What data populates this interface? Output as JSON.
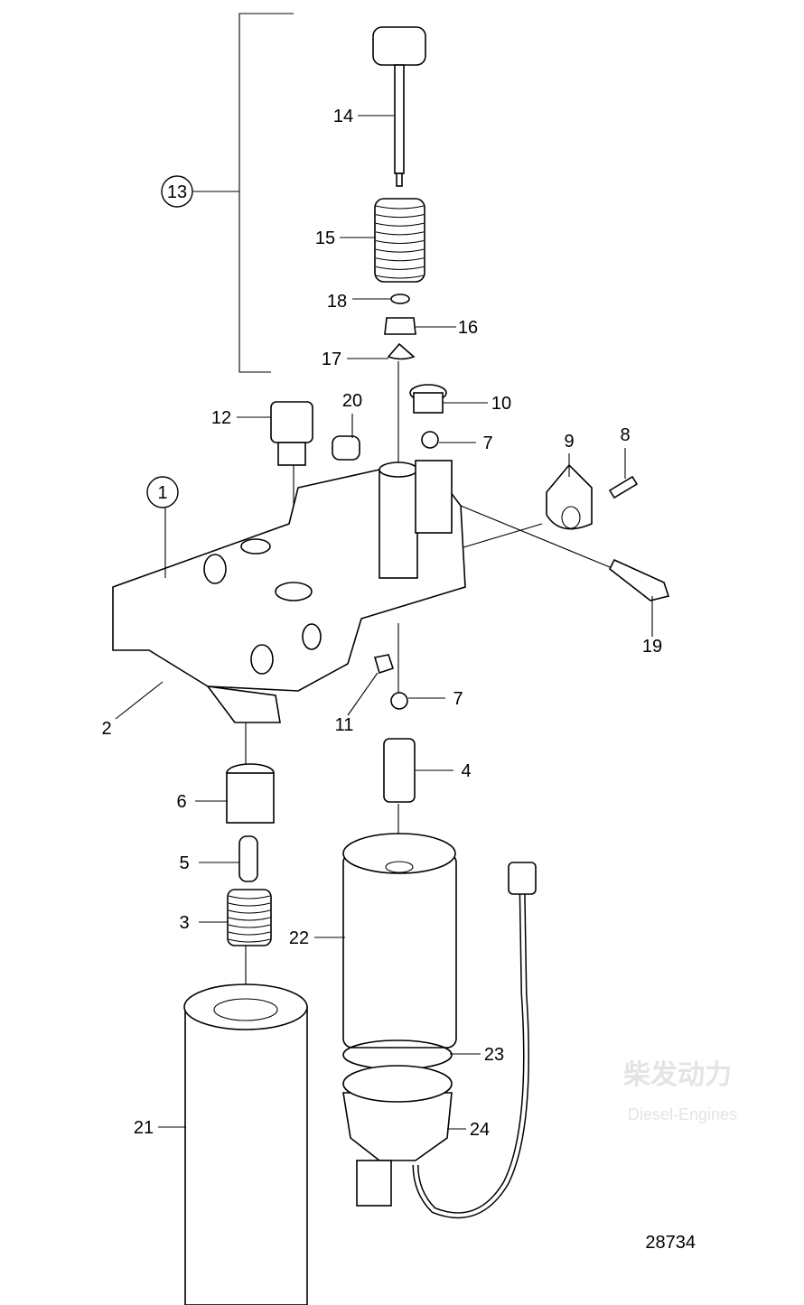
{
  "watermark": {
    "cn": "柴发动力",
    "en": "Diesel-Engines"
  },
  "figure_number": "28734",
  "group_callouts": [
    {
      "label": "13"
    },
    {
      "label": "1"
    }
  ],
  "callouts": [
    {
      "label": "14"
    },
    {
      "label": "15"
    },
    {
      "label": "18"
    },
    {
      "label": "16"
    },
    {
      "label": "17"
    },
    {
      "label": "12"
    },
    {
      "label": "20"
    },
    {
      "label": "10"
    },
    {
      "label": "7"
    },
    {
      "label": "9"
    },
    {
      "label": "8"
    },
    {
      "label": "19"
    },
    {
      "label": "2"
    },
    {
      "label": "11"
    },
    {
      "label": "7"
    },
    {
      "label": "4"
    },
    {
      "label": "6"
    },
    {
      "label": "5"
    },
    {
      "label": "3"
    },
    {
      "label": "22"
    },
    {
      "label": "23"
    },
    {
      "label": "24"
    },
    {
      "label": "21"
    }
  ]
}
